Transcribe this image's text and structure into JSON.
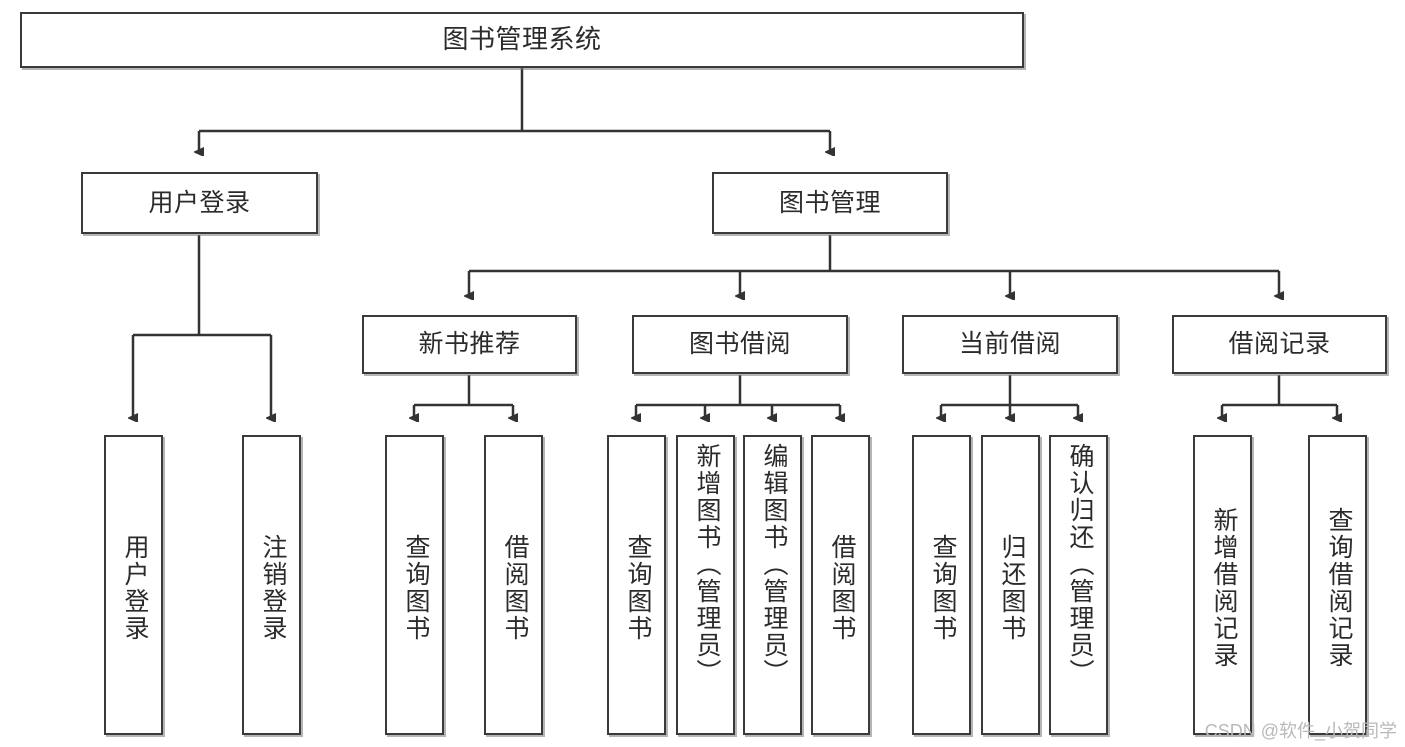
{
  "diagram": {
    "title": "图书管理系统",
    "type": "tree-hierarchy-chart",
    "watermark": "CSDN @软件_小贺同学",
    "colors": {
      "box_border": "#3a3a3a",
      "box_fill": "#ffffff",
      "connector": "#333333",
      "text": "#2b2b2b",
      "watermark": "#b9b9b9"
    },
    "nodes": {
      "root": {
        "label": "图书管理系统"
      },
      "level2": [
        {
          "label": "用户登录"
        },
        {
          "label": "图书管理"
        }
      ],
      "level3": [
        {
          "label": "新书推荐"
        },
        {
          "label": "图书借阅"
        },
        {
          "label": "当前借阅"
        },
        {
          "label": "借阅记录"
        }
      ],
      "leaves": {
        "user_login": [
          {
            "label": "用户登录"
          },
          {
            "label": "注销登录"
          }
        ],
        "new_book_recommend": [
          {
            "label": "查询图书"
          },
          {
            "label": "借阅图书"
          }
        ],
        "book_borrow": [
          {
            "label": "查询图书"
          },
          {
            "label": "新增图书（管理员）"
          },
          {
            "label": "编辑图书（管理员）"
          },
          {
            "label": "借阅图书"
          }
        ],
        "current_borrow": [
          {
            "label": "查询图书"
          },
          {
            "label": "归还图书"
          },
          {
            "label": "确认归还（管理员）"
          }
        ],
        "borrow_record": [
          {
            "label": "新增借阅记录"
          },
          {
            "label": "查询借阅记录"
          }
        ]
      }
    }
  }
}
